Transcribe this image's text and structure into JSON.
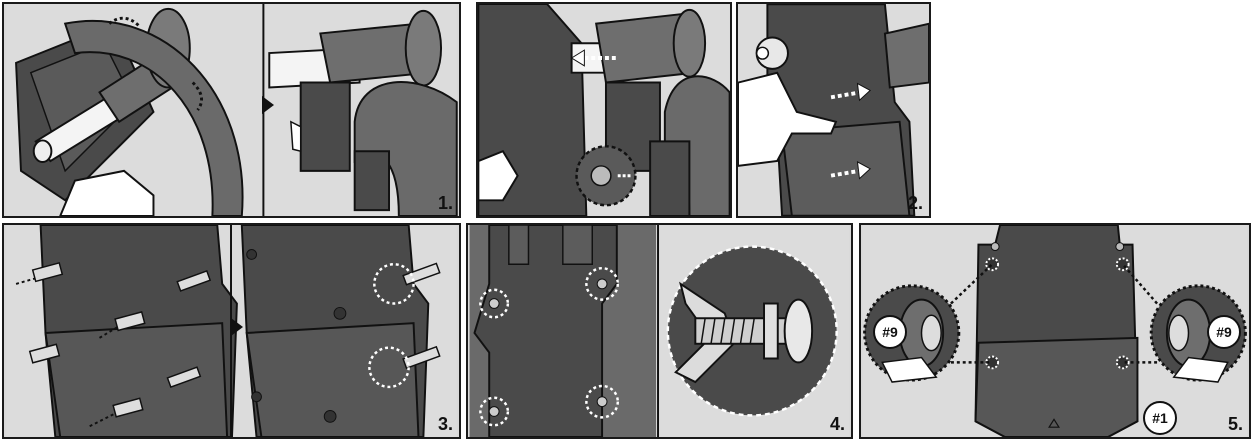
{
  "steps": [
    {
      "label": "1."
    },
    {
      "label": "2."
    },
    {
      "label": "3."
    },
    {
      "label": "4."
    },
    {
      "label": "5."
    }
  ],
  "badges": {
    "left": "#9",
    "right": "#9",
    "bottom": "#1"
  },
  "colors": {
    "panel_bg": "#d9d9d9",
    "part_dark": "#4a4a4a",
    "part_mid": "#6e6e6e",
    "outline": "#111111",
    "highlight": "#ffffff"
  },
  "icons": [
    "arrow-icon",
    "circle-marker-icon"
  ]
}
